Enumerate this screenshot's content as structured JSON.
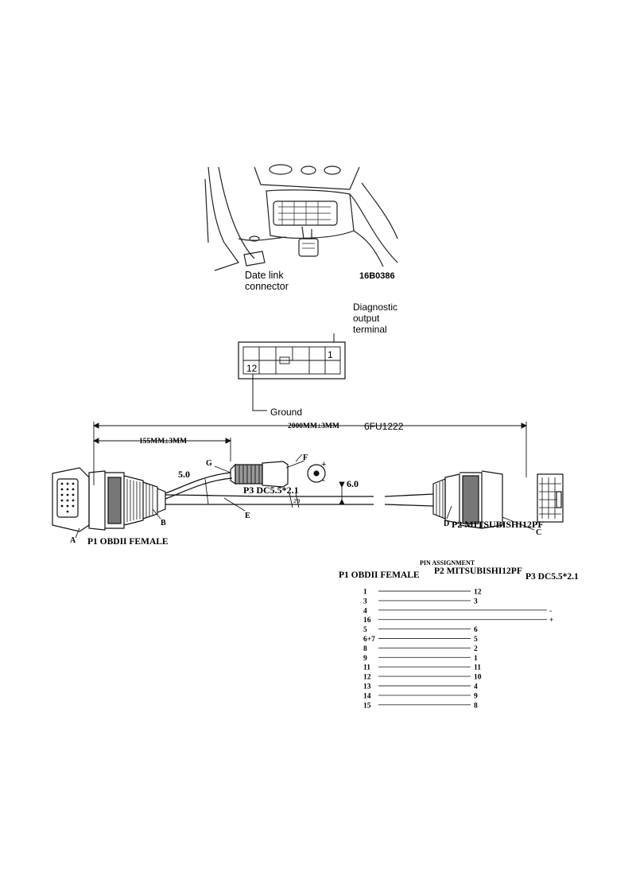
{
  "dashboard": {
    "label_line1": "Date link",
    "label_line2": "connector",
    "code": "16B0386"
  },
  "connector": {
    "terminal_label_1": "Diagnostic",
    "terminal_label_2": "output",
    "terminal_label_3": "terminal",
    "pin_one": "1",
    "pin_twelve": "12",
    "ground_label": "Ground"
  },
  "cable": {
    "overall_length": "2000MM±3MM",
    "part_number": "6FU1222",
    "branch_length": "155MM±3MM",
    "dim_small": "5.0",
    "dim_large": "6.0",
    "p3_label": "P3 DC5.5*2.1",
    "p1_label": "P1 OBDII FEMALE",
    "p2_label": "P2 MITSUBISHI12PF",
    "letter_a": "A",
    "letter_b": "B",
    "letter_c": "C",
    "letter_d": "D",
    "letter_e": "E",
    "letter_f": "F",
    "letter_g": "G",
    "plus": "+",
    "minus": "-",
    "break_mark": "29"
  },
  "pin_table": {
    "title": "PIN ASSIGNMENT",
    "col_p1": "P1 OBDII FEMALE",
    "col_p2": "P2 MITSUBISHI12PF",
    "col_p3": "P3 DC5.5*2.1",
    "rows": [
      {
        "p1": "1",
        "p2": "12",
        "p3": ""
      },
      {
        "p1": "3",
        "p2": "3",
        "p3": ""
      },
      {
        "p1": "4",
        "p2": "",
        "p3": "-"
      },
      {
        "p1": "16",
        "p2": "",
        "p3": "+"
      },
      {
        "p1": "5",
        "p2": "6",
        "p3": ""
      },
      {
        "p1": "6+7",
        "p2": "5",
        "p3": ""
      },
      {
        "p1": "8",
        "p2": "2",
        "p3": ""
      },
      {
        "p1": "9",
        "p2": "1",
        "p3": ""
      },
      {
        "p1": "11",
        "p2": "11",
        "p3": ""
      },
      {
        "p1": "12",
        "p2": "10",
        "p3": ""
      },
      {
        "p1": "13",
        "p2": "4",
        "p3": ""
      },
      {
        "p1": "14",
        "p2": "9",
        "p3": ""
      },
      {
        "p1": "15",
        "p2": "8",
        "p3": ""
      }
    ]
  }
}
